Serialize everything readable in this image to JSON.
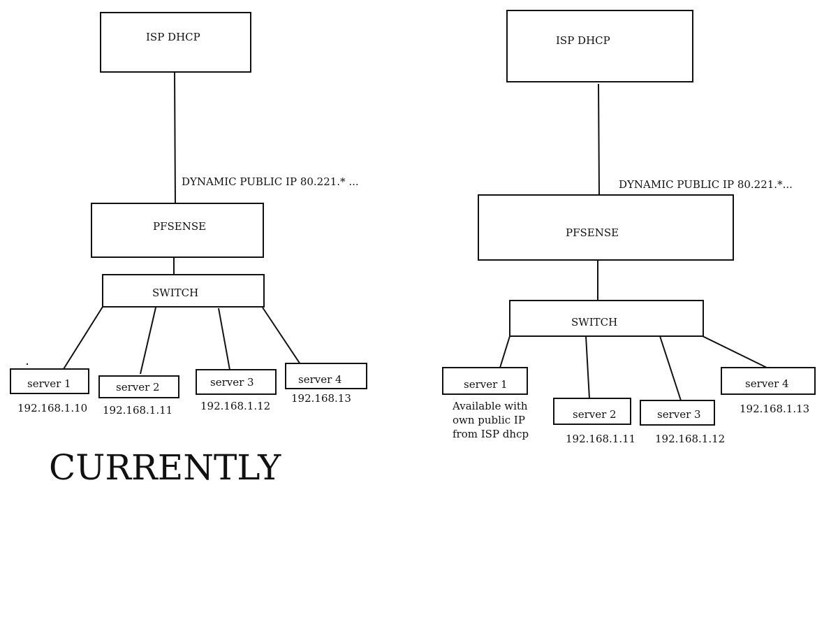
{
  "left": {
    "isp": "ISP DHCP",
    "wan_label": "DYNAMIC PUBLIC IP 80.221.* ...",
    "firewall": "PFSENSE",
    "switch": "SWITCH",
    "servers": [
      {
        "name": "server 1",
        "ip": "192.168.1.10"
      },
      {
        "name": "server 2",
        "ip": "192.168.1.11"
      },
      {
        "name": "server 3",
        "ip": "192.168.1.12"
      },
      {
        "name": "server 4",
        "ip": "192.168.13"
      }
    ],
    "caption": "CURRENTLY"
  },
  "right": {
    "isp": "ISP DHCP",
    "wan_label": "DYNAMIC PUBLIC IP 80.221.*...",
    "firewall": "PFSENSE",
    "switch": "SWITCH",
    "servers": [
      {
        "name": "server 1",
        "note_lines": [
          "Available with",
          "own public IP",
          "from ISP dhcp"
        ]
      },
      {
        "name": "server 2",
        "ip": "192.168.1.11"
      },
      {
        "name": "server 3",
        "ip": "192.168.1.12"
      },
      {
        "name": "server 4",
        "ip": "192.168.1.13"
      }
    ]
  }
}
